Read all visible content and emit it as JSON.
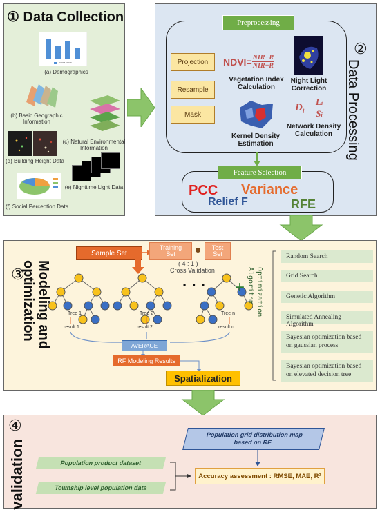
{
  "section1": {
    "number": "①",
    "title": "Data Collection",
    "items": {
      "demographics": "(a) Demographics",
      "basic_geo": "(b) Basic Geographic\nInformation",
      "natural_env": "(c) Natural Environmental\nInformation",
      "building_height": "(d) Building Height Data",
      "nighttime": "(e) Nighttime Light Data",
      "social": "(f) Social Perception Data"
    },
    "chart_legend": "POPULATION"
  },
  "section2": {
    "number": "②",
    "title": "Data Processing",
    "preprocessing": "Preprocessing",
    "buttons": [
      "Projection",
      "Resample",
      "Mask"
    ],
    "ndvi_label": "NDVI=",
    "ndvi_num": "NIR−R",
    "ndvi_den": "NIR+R",
    "vegetation": "Vegetation Index\nCalculation",
    "night_light": "Night Light\nCorrection",
    "density_lhs": "D",
    "density_sub": "i",
    "density_num": "L",
    "density_den": "S",
    "network_density": "Network Density\nCalculation",
    "kernel": "Kernel Density\nEstimation",
    "feature_selection": "Feature Selection",
    "pcc": "PCC",
    "variance": "Variance",
    "relief": "Relief F",
    "rfe": "RFE"
  },
  "section3": {
    "number": "③",
    "title": "Modeling and\noptimization",
    "sample_set": "Sample Set",
    "training_set": "Training\nSet",
    "test_set": "Test\nSet",
    "ratio": "( 4 : 1 )",
    "cross_validation": "Cross Validation",
    "dots": "· · ·",
    "trees": [
      "Tree 1",
      "Tree 2",
      "Tree n"
    ],
    "results": [
      "result 1",
      "result 2",
      "result n"
    ],
    "average": "AVERAGE",
    "rf_results": "RF Modeling Results",
    "spatialization": "Spatialization",
    "plus": "+",
    "algo_label": "Optimization\nAlgorithm",
    "algorithms": [
      "Random Search",
      "Grid Search",
      "Genetic Algorithm",
      "Simulated Annealing Algorithm",
      "Bayesian optimization based\non gaussian process",
      "Bayesian optimization based\non elevated decision tree"
    ]
  },
  "section4": {
    "number": "④",
    "title": "validation",
    "grid_map": "Population grid distribution map\nbased on RF",
    "product_dataset": "Population product dataset",
    "township": "Township level population data",
    "accuracy": "Accuracy assessment : RMSE, MAE, R²"
  },
  "colors": {
    "green_panel": "#e3efd8",
    "blue_panel": "#dce6f2",
    "yellow_panel": "#fdf4dc",
    "pink_panel": "#f8e5de",
    "arrow_green": "#8cc46a",
    "tree_yellow": "#f8c21c",
    "tree_blue": "#3a6fc4",
    "orange": "#e56a2c"
  }
}
